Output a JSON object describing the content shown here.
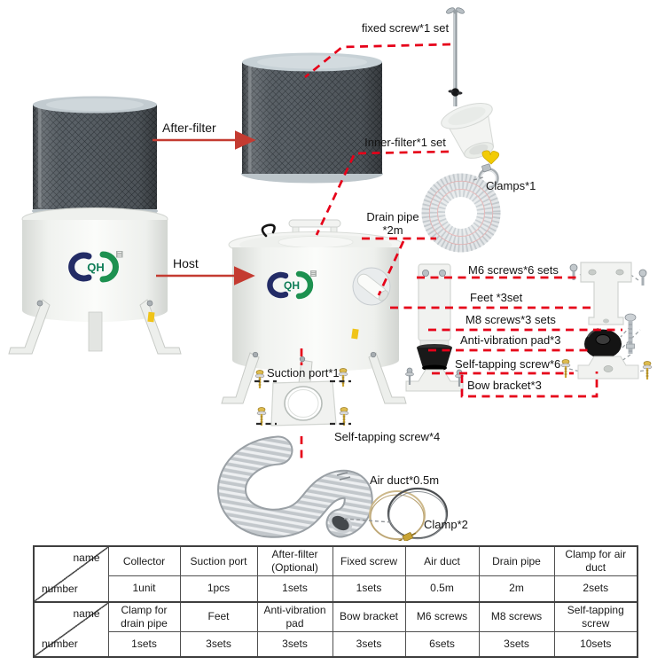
{
  "diagram": {
    "logo_text": "QH",
    "labels": {
      "fixed_screw": "fixed screw*1 set",
      "after_filter": "After-filter",
      "inner_filter": "Inner-filter*1 set",
      "clamps": "Clamps*1",
      "drain_pipe_line1": "Drain pipe",
      "drain_pipe_line2": "*2m",
      "host": "Host",
      "m6_screws": "M6 screws*6 sets",
      "feet": "Feet *3set",
      "m8_screws": "M8 screws*3 sets",
      "anti_vibration_pad": "Anti-vibration pad*3",
      "self_tapping_screw_6": "Self-tapping screw*6",
      "bow_bracket": "Bow bracket*3",
      "suction_port": "Suction port*1",
      "self_tapping_screw_4": "Self-tapping screw*4",
      "air_duct": "Air duct*0.5m",
      "clamp_2": "Clamp*2"
    },
    "colors": {
      "callout_red": "#e60019",
      "arrow_red": "#c43b31",
      "mesh_dark": "#5a6167",
      "body_white": "#f3f4f2",
      "pad_black": "#191919",
      "screw_gold": "#c9a434",
      "clamp_yellow": "#f2cb05",
      "logo_navy": "#232c66",
      "logo_green": "#1d9150"
    }
  },
  "table": {
    "corner": {
      "name_label": "name",
      "number_label": "number"
    },
    "groups": [
      {
        "names": [
          "Collector",
          "Suction port",
          "After-filter (Optional)",
          "Fixed screw",
          "Air duct",
          "Drain pipe",
          "Clamp for air duct"
        ],
        "numbers": [
          "1unit",
          "1pcs",
          "1sets",
          "1sets",
          "0.5m",
          "2m",
          "2sets"
        ]
      },
      {
        "names": [
          "Clamp for drain pipe",
          "Feet",
          "Anti-vibration pad",
          "Bow bracket",
          "M6 screws",
          "M8 screws",
          "Self-tapping screw"
        ],
        "numbers": [
          "1sets",
          "3sets",
          "3sets",
          "3sets",
          "6sets",
          "3sets",
          "10sets"
        ]
      }
    ]
  }
}
